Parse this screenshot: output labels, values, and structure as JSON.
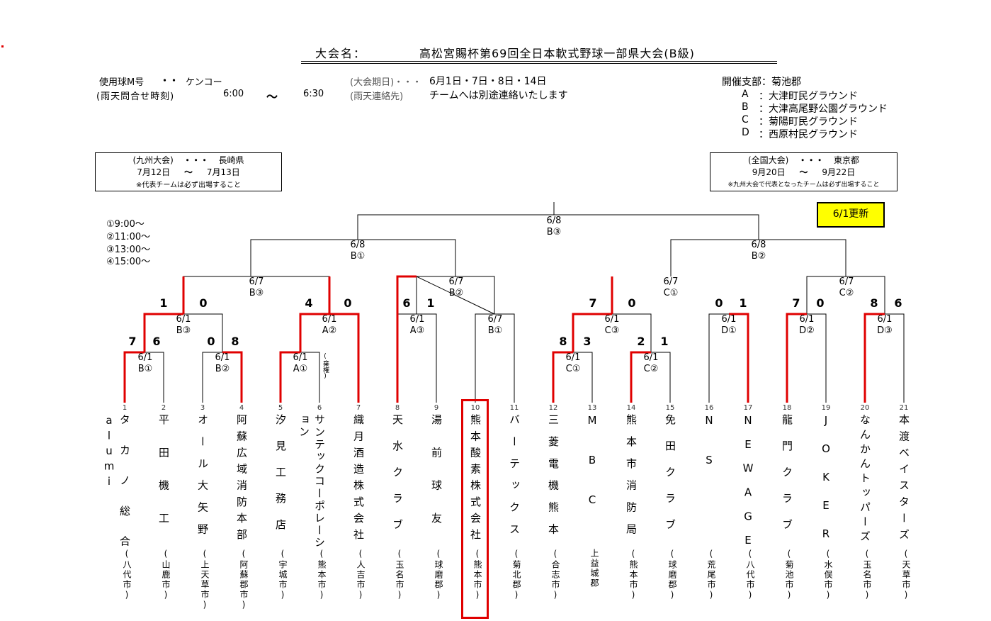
{
  "header": {
    "tournament_label": "大会名：",
    "tournament_name": "高松宮賜杯第69回全日本軟式野球一部県大会(B級)"
  },
  "info": {
    "ball_label": "使用球M号",
    "ball_dots": "・・",
    "ball_maker": "ケンコー",
    "rain_time_label": "(雨天問合せ時刻)",
    "rain_time_from": "6:00",
    "tilde": "～",
    "rain_time_to": "6:30",
    "period_label": "(大会期日)・・・",
    "period_value": "6月1日・7日・8日・14日",
    "rain_contact_label": "(雨天連絡先)",
    "rain_contact_value": "チームへは別途連絡いたします",
    "host_label": "開催支部：菊池郡",
    "grounds": [
      {
        "code": "A",
        "name": "：大津町民グラウンド"
      },
      {
        "code": "B",
        "name": "：大津高尾野公園グラウンド"
      },
      {
        "code": "C",
        "name": "：菊陽町民グラウンド"
      },
      {
        "code": "D",
        "name": "：西原村民グラウンド"
      }
    ]
  },
  "kyushu": {
    "title": "(九州大会)",
    "dots": "・・・",
    "place": "長崎県",
    "from": "7月12日",
    "tilde": "～",
    "to": "7月13日",
    "note": "※代表チームは必ず出場すること"
  },
  "national": {
    "title": "(全国大会)",
    "dots": "・・・",
    "place": "東京都",
    "from": "9月20日",
    "tilde": "～",
    "to": "9月22日",
    "note": "※九州大会で代表となったチームは必ず出場すること"
  },
  "times": [
    "①9:00～",
    "②11:00～",
    "③13:00～",
    "④15:00～"
  ],
  "update_badge": "6/1更新",
  "teams": [
    {
      "num": "1",
      "name": "タカノ総合alumi",
      "city": "(八代市)"
    },
    {
      "num": "2",
      "name": "平田機工",
      "city": "(山鹿市)"
    },
    {
      "num": "3",
      "name": "オール大矢野",
      "city": "(上天草市)"
    },
    {
      "num": "4",
      "name": "阿蘇広域消防本部",
      "city": "(阿蘇郡市)"
    },
    {
      "num": "5",
      "name": "汐見工務店",
      "city": "(宇城市)"
    },
    {
      "num": "6",
      "name": "サンテックコーポレーション",
      "city": "(熊本市)"
    },
    {
      "num": "7",
      "name": "織月酒造株式会社",
      "city": "(人吉市)"
    },
    {
      "num": "8",
      "name": "天水クラブ",
      "city": "(玉名市)"
    },
    {
      "num": "9",
      "name": "湯前球友",
      "city": "(球磨郡)"
    },
    {
      "num": "10",
      "name": "熊本酸素株式会社",
      "city": "(熊本市)"
    },
    {
      "num": "11",
      "name": "バーテックス",
      "city": "(菊北郡)"
    },
    {
      "num": "12",
      "name": "三菱電機熊本",
      "city": "(合志市)"
    },
    {
      "num": "13",
      "name": "MBC",
      "city": "上益城郡"
    },
    {
      "num": "14",
      "name": "熊本市消防局",
      "city": "(熊本市)"
    },
    {
      "num": "15",
      "name": "免田クラブ",
      "city": "(球磨郡)"
    },
    {
      "num": "16",
      "name": "NS",
      "city": "(荒尾市)"
    },
    {
      "num": "17",
      "name": "NEWAGE",
      "city": "(八代市)"
    },
    {
      "num": "18",
      "name": "龍門クラブ",
      "city": "(菊池市)"
    },
    {
      "num": "19",
      "name": "JOKER",
      "city": "(水俣市)"
    },
    {
      "num": "20",
      "name": "なんかんトッパーズ",
      "city": "(玉名市)"
    },
    {
      "num": "21",
      "name": "本渡ベイスターズ",
      "city": "(天草市)"
    }
  ],
  "withdrawn_label": "(棄権)",
  "matches": [
    {
      "id": "m1",
      "date": "6/1",
      "venue": "B①",
      "score_left": "7",
      "score_right": "6"
    },
    {
      "id": "m2",
      "date": "6/1",
      "venue": "B②",
      "score_left": "0",
      "score_right": "8"
    },
    {
      "id": "m3",
      "date": "6/1",
      "venue": "A①"
    },
    {
      "id": "m4",
      "date": "6/1",
      "venue": "C①",
      "score_left": "8",
      "score_right": "3"
    },
    {
      "id": "m5",
      "date": "6/1",
      "venue": "C②",
      "score_left": "2",
      "score_right": "1"
    },
    {
      "id": "m6",
      "date": "6/1",
      "venue": "B③",
      "score_left": "1",
      "score_right": "0"
    },
    {
      "id": "m7",
      "date": "6/1",
      "venue": "A②",
      "score_left": "4",
      "score_right": "0"
    },
    {
      "id": "m8",
      "date": "6/1",
      "venue": "A③",
      "score_left": "6",
      "score_right": "1"
    },
    {
      "id": "m9",
      "date": "6/7",
      "venue": "B①"
    },
    {
      "id": "m10",
      "date": "6/1",
      "venue": "C③",
      "score_left": "7",
      "score_right": "0"
    },
    {
      "id": "m11",
      "date": "6/1",
      "venue": "D①",
      "score_left": "0",
      "score_right": "1"
    },
    {
      "id": "m12",
      "date": "6/1",
      "venue": "D②",
      "score_left": "7",
      "score_right": "0"
    },
    {
      "id": "m13",
      "date": "6/1",
      "venue": "D③",
      "score_left": "8",
      "score_right": "6"
    },
    {
      "id": "m14",
      "date": "6/7",
      "venue": "B③"
    },
    {
      "id": "m15",
      "date": "6/7",
      "venue": "B②"
    },
    {
      "id": "m16",
      "date": "6/7",
      "venue": "C①"
    },
    {
      "id": "m17",
      "date": "6/7",
      "venue": "C②"
    },
    {
      "id": "m18",
      "date": "6/8",
      "venue": "B①"
    },
    {
      "id": "m19",
      "date": "6/8",
      "venue": "B②"
    },
    {
      "id": "m20",
      "date": "6/8",
      "venue": "B③"
    }
  ],
  "colors": {
    "winner_line": "#e00000",
    "line": "#000000",
    "badge_bg": "#ffff00",
    "highlight_box": "#e00000"
  }
}
